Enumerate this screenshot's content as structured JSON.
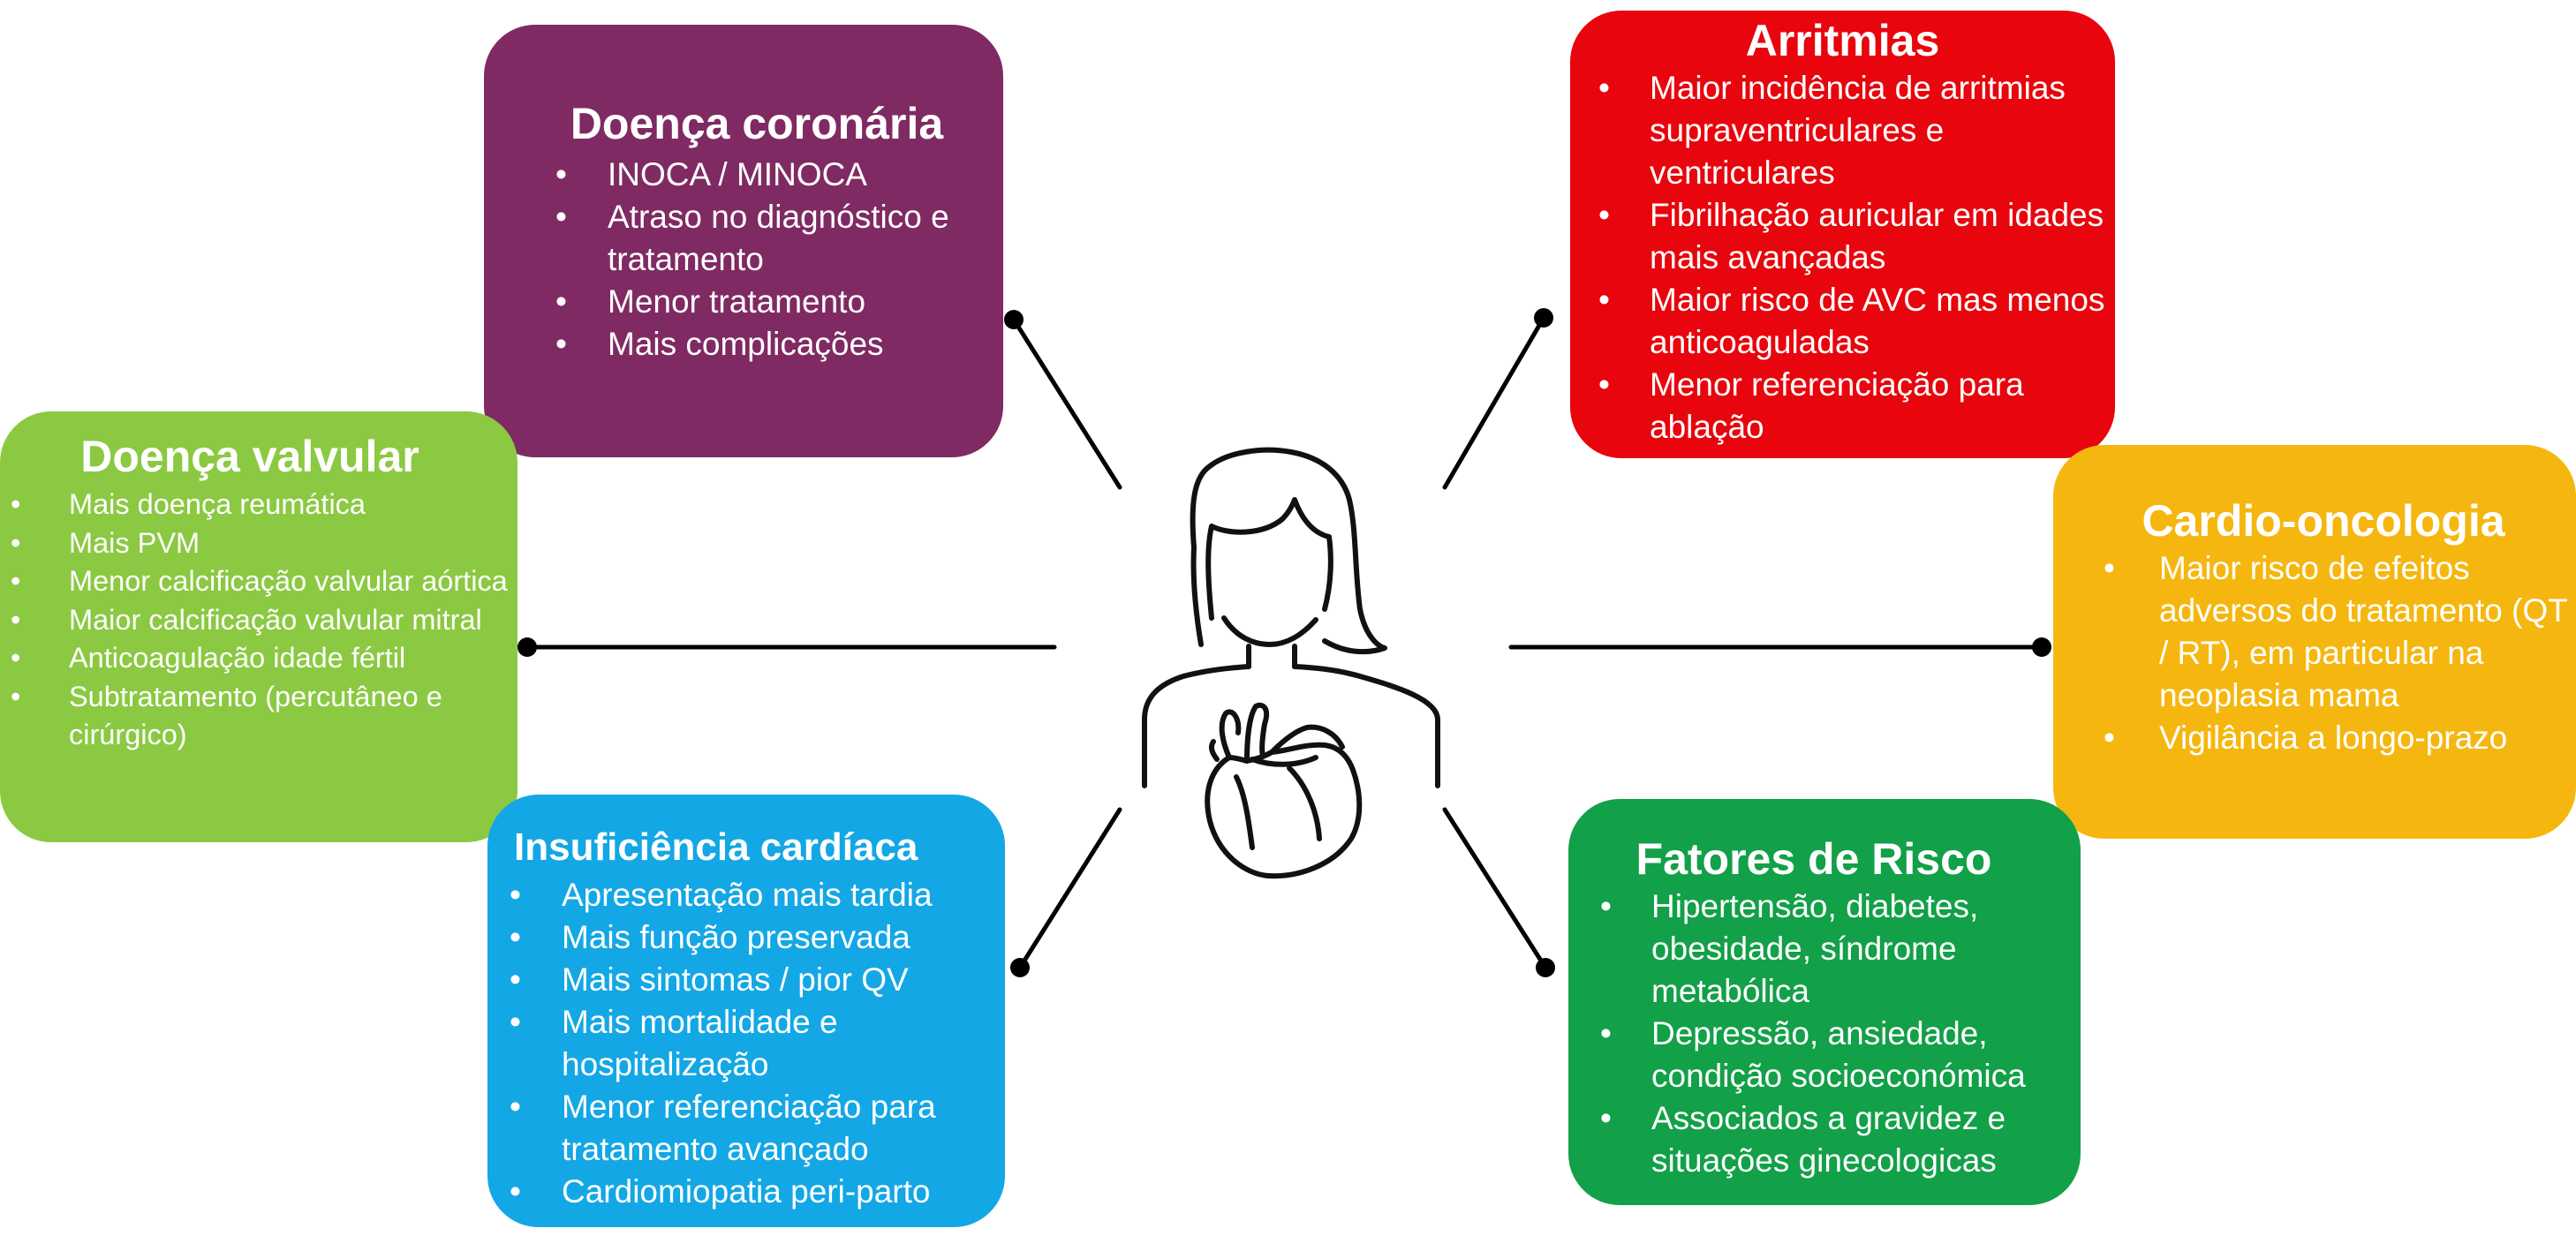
{
  "boxes": {
    "coronary": {
      "title": "Doença coronária",
      "color": "#7f2a63",
      "items": [
        "INOCA / MINOCA",
        "Atraso no diagnóstico e tratamento",
        "Menor tratamento",
        "Mais complicações"
      ]
    },
    "arrhythmia": {
      "title": "Arritmias",
      "color": "#e8050d",
      "items": [
        "Maior incidência de arritmias supraventriculares e ventriculares",
        "Fibrilhação auricular em idades mais avançadas",
        "Maior risco de AVC  mas menos anticoaguladas",
        "Menor referenciação para ablação"
      ]
    },
    "valvular": {
      "title": "Doença valvular",
      "color": "#8bc942",
      "items": [
        "Mais doença reumática",
        "Mais PVM",
        "Menor calcificação valvular aórtica",
        "Maior  calcificação valvular mitral",
        "Anticoagulação idade fértil",
        "Subtratamento (percutâneo e cirúrgico)"
      ]
    },
    "oncology": {
      "title": "Cardio-oncologia",
      "color": "#f5b70f",
      "items": [
        "Maior risco de efeitos adversos do tratamento (QT / RT), em particular na neoplasia mama",
        "Vigilância a longo-prazo"
      ]
    },
    "heartfailure": {
      "title": "Insuficiência cardíaca",
      "color": "#13a7e5",
      "items": [
        "Apresentação mais tardia",
        "Mais função preservada",
        "Mais sintomas / pior QV",
        "Mais mortalidade e hospitalização",
        "Menor referenciação para tratamento avançado",
        "Cardiomiopatia peri-parto"
      ]
    },
    "risk": {
      "title": "Fatores de Risco",
      "color": "#12a048",
      "items": [
        "Hipertensão, diabetes, obesidade, síndrome metabólica",
        "Depressão, ansiedade, condição socioeconómica",
        "Associados a gravidez e situações ginecologicas"
      ]
    }
  },
  "center": {
    "icon": "woman-with-heart-icon"
  },
  "connector_color": "#000000"
}
